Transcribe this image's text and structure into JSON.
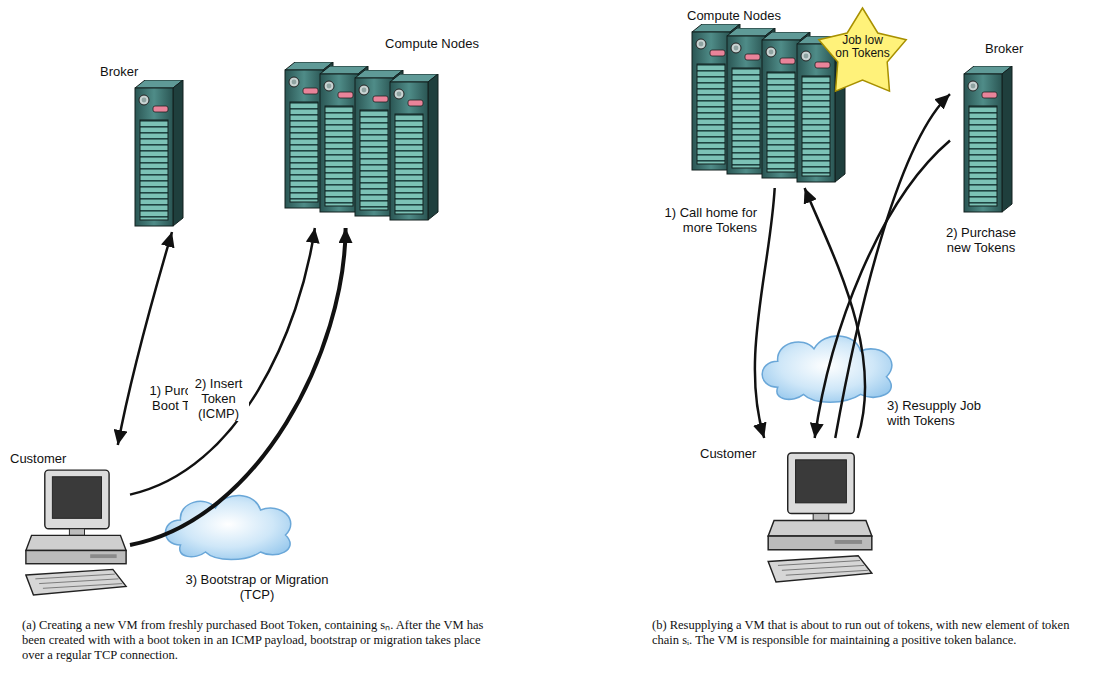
{
  "diagram": {
    "nodes": [
      {
        "text": [
          "Broker"
        ]
      },
      {
        "text": [
          "Compute Nodes"
        ]
      },
      {
        "text": [
          "Customer"
        ]
      },
      {
        "text": [
          "Compute Nodes"
        ]
      },
      {
        "text": [
          "Job low on Tokens"
        ],
        "in": 3
      },
      {
        "text": [
          "Broker"
        ]
      },
      {
        "text": [
          "Customer"
        ]
      }
    ],
    "edges": [
      {
        "from": 2,
        "to": 0,
        "arrow": "both",
        "label": "1) Purchase Boot Token"
      },
      {
        "from": 2,
        "to": 1,
        "arrow": "to",
        "label": "2) Insert Token (ICMP)"
      },
      {
        "from": 2,
        "to": 1,
        "arrow": "to",
        "label": "3) Bootstrap or Migration (TCP)"
      },
      {
        "from": 3,
        "to": 6,
        "arrow": "to",
        "label": "1) Call home for more Tokens"
      },
      {
        "from": 6,
        "to": 5,
        "arrow": "to",
        "label": "2) Purchase new Tokens"
      },
      {
        "from": 5,
        "to": 6,
        "arrow": "to"
      },
      {
        "from": 6,
        "to": 3,
        "arrow": "to",
        "label": "3) Resupply Job with Tokens"
      }
    ],
    "labels": [
      "(a) Creating a new VM from freshly purchased Boot Token, containing sₙ. After the VM has been created with with a boot token in an ICMP payload, bootstrap or migration takes place over a regular TCP connection.",
      "(b) Resupplying a VM that is about to run out of tokens, with new element of token chain sᵢ. The VM is responsible for maintaining a positive token balance."
    ]
  }
}
